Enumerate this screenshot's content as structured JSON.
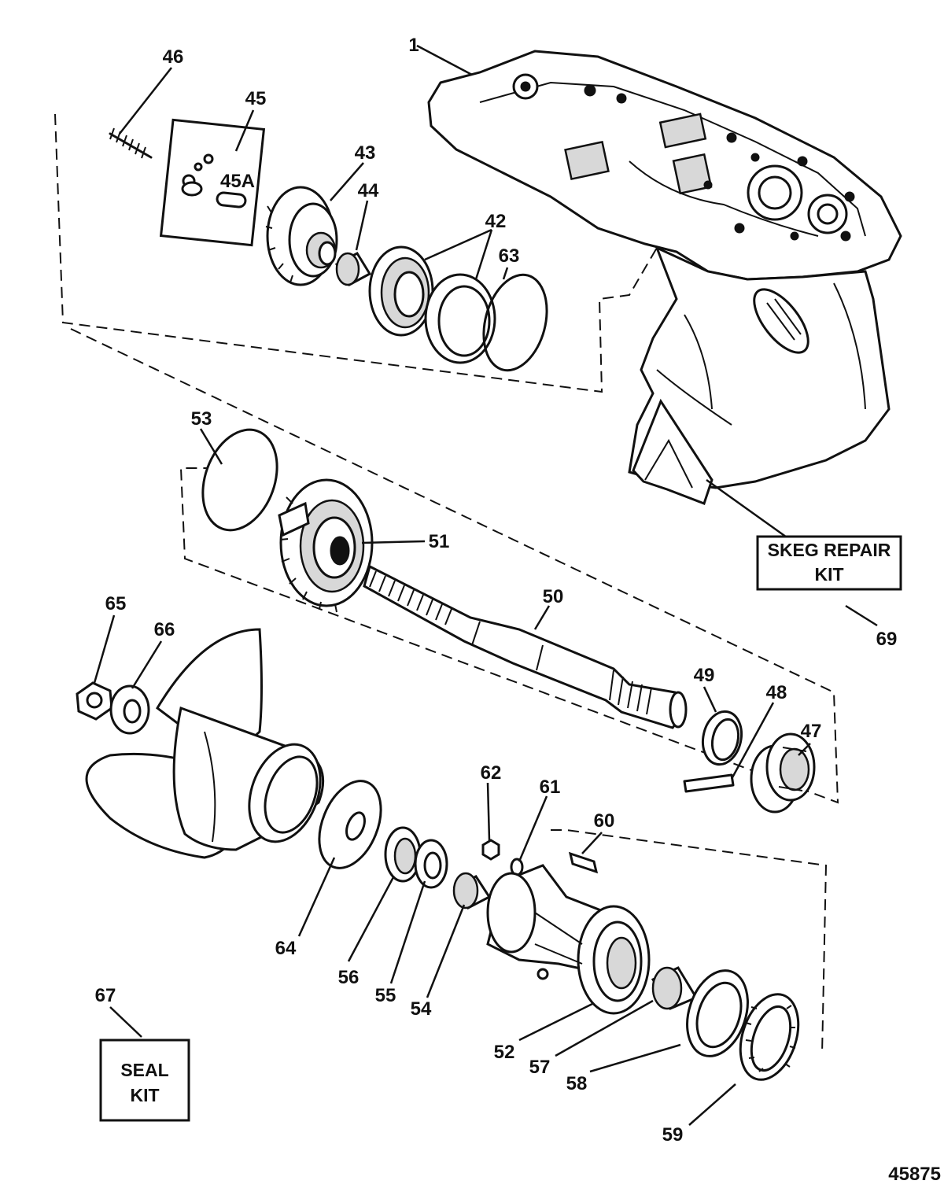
{
  "diagram": {
    "drawing_number": "45875",
    "parts": [
      {
        "id": "p1",
        "label": "1"
      },
      {
        "id": "p46",
        "label": "46"
      },
      {
        "id": "p45",
        "label": "45"
      },
      {
        "id": "p45a",
        "label": "45A"
      },
      {
        "id": "p43",
        "label": "43"
      },
      {
        "id": "p44",
        "label": "44"
      },
      {
        "id": "p42",
        "label": "42"
      },
      {
        "id": "p63",
        "label": "63"
      },
      {
        "id": "p53",
        "label": "53"
      },
      {
        "id": "p51",
        "label": "51"
      },
      {
        "id": "p50",
        "label": "50"
      },
      {
        "id": "p49",
        "label": "49"
      },
      {
        "id": "p48",
        "label": "48"
      },
      {
        "id": "p47",
        "label": "47"
      },
      {
        "id": "p65",
        "label": "65"
      },
      {
        "id": "p66",
        "label": "66"
      },
      {
        "id": "p62",
        "label": "62"
      },
      {
        "id": "p61",
        "label": "61"
      },
      {
        "id": "p60",
        "label": "60"
      },
      {
        "id": "p64",
        "label": "64"
      },
      {
        "id": "p56",
        "label": "56"
      },
      {
        "id": "p55",
        "label": "55"
      },
      {
        "id": "p54",
        "label": "54"
      },
      {
        "id": "p52",
        "label": "52"
      },
      {
        "id": "p57",
        "label": "57"
      },
      {
        "id": "p58",
        "label": "58"
      },
      {
        "id": "p59",
        "label": "59"
      },
      {
        "id": "p67",
        "label": "67"
      },
      {
        "id": "p69",
        "label": "69"
      }
    ],
    "kits": {
      "skeg": {
        "line1": "SKEG REPAIR",
        "line2": "KIT"
      },
      "seal": {
        "line1": "SEAL",
        "line2": "KIT"
      }
    }
  }
}
